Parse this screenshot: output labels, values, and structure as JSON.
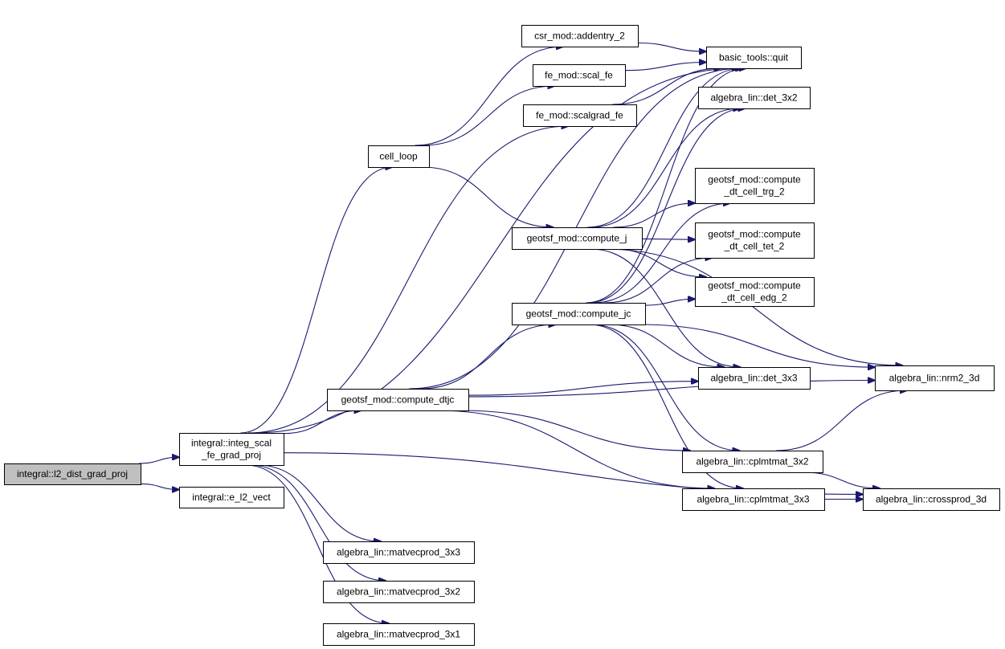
{
  "colors": {
    "edge": "#191970",
    "root_fill": "#bfbfbf",
    "node_fill": "#ffffff",
    "node_border": "#000000"
  },
  "nodes": {
    "l2_dist": {
      "lines": [
        "integral::l2_dist_grad_proj"
      ]
    },
    "integ_scal": {
      "lines": [
        "integral::integ_scal",
        "_fe_grad_proj"
      ]
    },
    "e_l2_vect": {
      "lines": [
        "integral::e_l2_vect"
      ]
    },
    "cell_loop": {
      "lines": [
        "cell_loop"
      ]
    },
    "csr_addentry": {
      "lines": [
        "csr_mod::addentry_2"
      ]
    },
    "scal_fe": {
      "lines": [
        "fe_mod::scal_fe"
      ]
    },
    "scalgrad_fe": {
      "lines": [
        "fe_mod::scalgrad_fe"
      ]
    },
    "quit": {
      "lines": [
        "basic_tools::quit"
      ]
    },
    "det_3x2": {
      "lines": [
        "algebra_lin::det_3x2"
      ]
    },
    "dt_trg": {
      "lines": [
        "geotsf_mod::compute",
        "_dt_cell_trg_2"
      ]
    },
    "dt_tet": {
      "lines": [
        "geotsf_mod::compute",
        "_dt_cell_tet_2"
      ]
    },
    "dt_edg": {
      "lines": [
        "geotsf_mod::compute",
        "_dt_cell_edg_2"
      ]
    },
    "compute_j": {
      "lines": [
        "geotsf_mod::compute_j"
      ]
    },
    "compute_jc": {
      "lines": [
        "geotsf_mod::compute_jc"
      ]
    },
    "compute_dtjc": {
      "lines": [
        "geotsf_mod::compute_dtjc"
      ]
    },
    "det_3x3": {
      "lines": [
        "algebra_lin::det_3x3"
      ]
    },
    "nrm2_3d": {
      "lines": [
        "algebra_lin::nrm2_3d"
      ]
    },
    "cplmtmat_3x2": {
      "lines": [
        "algebra_lin::cplmtmat_3x2"
      ]
    },
    "cplmtmat_3x3": {
      "lines": [
        "algebra_lin::cplmtmat_3x3"
      ]
    },
    "crossprod_3d": {
      "lines": [
        "algebra_lin::crossprod_3d"
      ]
    },
    "matvec_3x3": {
      "lines": [
        "algebra_lin::matvecprod_3x3"
      ]
    },
    "matvec_3x2": {
      "lines": [
        "algebra_lin::matvecprod_3x2"
      ]
    },
    "matvec_3x1": {
      "lines": [
        "algebra_lin::matvecprod_3x1"
      ]
    }
  },
  "edges": [
    [
      "l2_dist",
      "integ_scal"
    ],
    [
      "l2_dist",
      "e_l2_vect"
    ],
    [
      "integ_scal",
      "quit"
    ],
    [
      "integ_scal",
      "cell_loop"
    ],
    [
      "integ_scal",
      "scalgrad_fe"
    ],
    [
      "integ_scal",
      "compute_dtjc"
    ],
    [
      "integ_scal",
      "crossprod_3d"
    ],
    [
      "integ_scal",
      "matvec_3x3"
    ],
    [
      "integ_scal",
      "matvec_3x2"
    ],
    [
      "integ_scal",
      "matvec_3x1"
    ],
    [
      "cell_loop",
      "csr_addentry"
    ],
    [
      "cell_loop",
      "scal_fe"
    ],
    [
      "cell_loop",
      "compute_j"
    ],
    [
      "csr_addentry",
      "quit"
    ],
    [
      "scal_fe",
      "quit"
    ],
    [
      "scalgrad_fe",
      "quit"
    ],
    [
      "compute_j",
      "quit"
    ],
    [
      "compute_j",
      "det_3x2"
    ],
    [
      "compute_j",
      "dt_trg"
    ],
    [
      "compute_j",
      "dt_tet"
    ],
    [
      "compute_j",
      "dt_edg"
    ],
    [
      "compute_j",
      "det_3x3"
    ],
    [
      "compute_j",
      "nrm2_3d"
    ],
    [
      "compute_jc",
      "quit"
    ],
    [
      "compute_jc",
      "det_3x2"
    ],
    [
      "compute_jc",
      "dt_trg"
    ],
    [
      "compute_jc",
      "dt_tet"
    ],
    [
      "compute_jc",
      "dt_edg"
    ],
    [
      "compute_jc",
      "det_3x3"
    ],
    [
      "compute_jc",
      "nrm2_3d"
    ],
    [
      "compute_jc",
      "cplmtmat_3x2"
    ],
    [
      "compute_jc",
      "cplmtmat_3x3"
    ],
    [
      "compute_dtjc",
      "quit"
    ],
    [
      "compute_dtjc",
      "compute_jc"
    ],
    [
      "compute_dtjc",
      "det_3x3"
    ],
    [
      "compute_dtjc",
      "nrm2_3d"
    ],
    [
      "compute_dtjc",
      "cplmtmat_3x2"
    ],
    [
      "compute_dtjc",
      "cplmtmat_3x3"
    ],
    [
      "cplmtmat_3x2",
      "nrm2_3d"
    ],
    [
      "cplmtmat_3x2",
      "crossprod_3d"
    ],
    [
      "cplmtmat_3x3",
      "crossprod_3d"
    ]
  ]
}
